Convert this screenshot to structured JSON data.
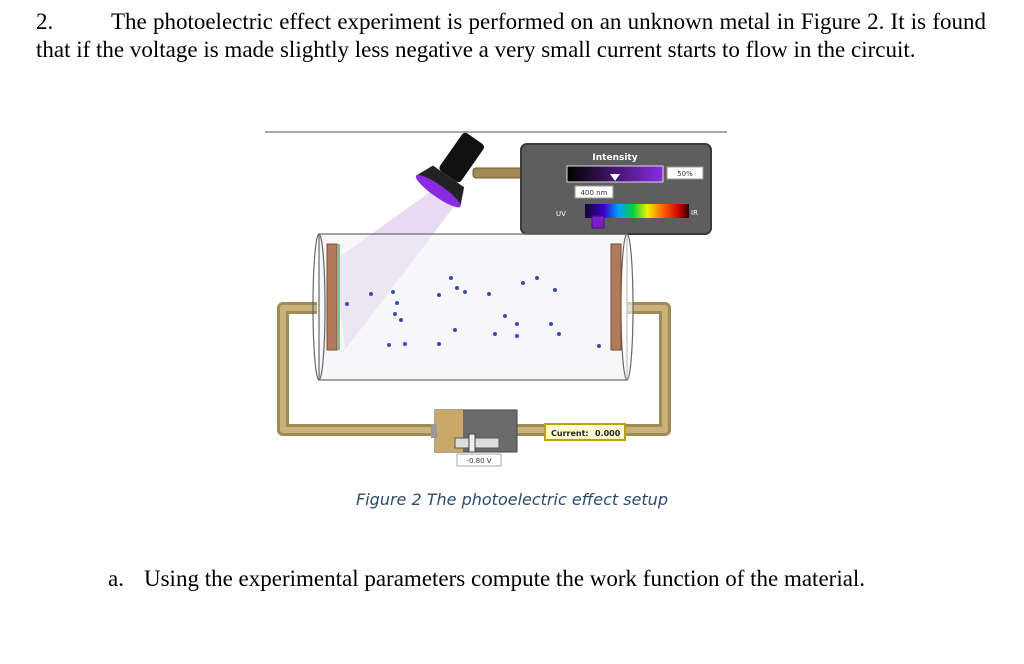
{
  "question": {
    "number": "2.",
    "text": "The photoelectric effect experiment is performed on an unknown metal in Figure 2. It is found that if the voltage is made slightly less negative a very small current starts to flow in the circuit."
  },
  "figure": {
    "intensity_label": "Intensity",
    "intensity_value": "50%",
    "wavelength_value": "400 nm",
    "uv_label": "UV",
    "ir_label": "IR",
    "current_label": "Current:",
    "current_value": "0.000",
    "voltage_value": "-0.80 V",
    "light_color": "#6a1bb0",
    "beam_color": "#e8d8f4",
    "wire_color": "#a08a55"
  },
  "caption": "Figure 2 The photoelectric effect setup",
  "subquestion": {
    "letter": "a.",
    "text": "Using the experimental parameters compute the work function of the material."
  }
}
